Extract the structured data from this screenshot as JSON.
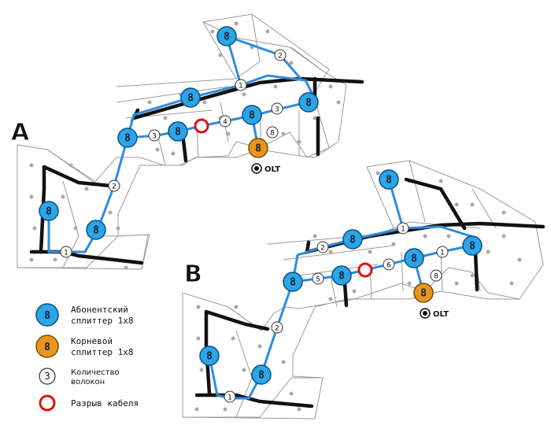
{
  "diagram_a": {
    "label": "A",
    "subscriber_splitter_glyph": "8",
    "root_splitter_glyph": "8",
    "olt_label": "OLT",
    "fiber_counts": [
      "2",
      "1",
      "3",
      "4",
      "3",
      "8",
      "2",
      "1"
    ]
  },
  "diagram_b": {
    "label": "B",
    "subscriber_splitter_glyph": "8",
    "root_splitter_glyph": "8",
    "olt_label": "OLT",
    "fiber_counts": [
      "1",
      "2",
      "5",
      "6",
      "1",
      "8",
      "2",
      "1"
    ]
  },
  "legend": {
    "subscriber_splitter": {
      "glyph": "8",
      "line1": "Абонентский",
      "line2": "сплиттер 1х8"
    },
    "root_splitter": {
      "glyph": "8",
      "line1": "Корневой",
      "line2": "сплиттер 1х8"
    },
    "fiber_count": {
      "glyph": "3",
      "line1": "Количество",
      "line2": "волокон"
    },
    "cable_break": {
      "line1": "Разрыв кабеля"
    }
  },
  "colors": {
    "subscriber_splitter": "#2aa6e8",
    "root_splitter": "#e8961e",
    "fiber_line": "#2f8be0",
    "trunk_cable": "#111111",
    "cable_break": "#e01010",
    "parcel_outline": "#9a9a9a",
    "house_dot": "#a8a8a8"
  }
}
